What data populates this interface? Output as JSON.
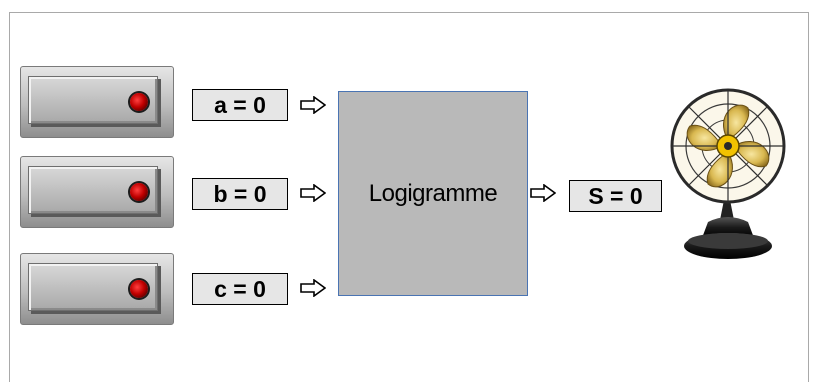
{
  "inputs": [
    {
      "switch_name": "switch-a",
      "label": "a = 0"
    },
    {
      "switch_name": "switch-b",
      "label": "b = 0"
    },
    {
      "switch_name": "switch-c",
      "label": "c = 0"
    }
  ],
  "logic_block": {
    "label": "Logigramme"
  },
  "output": {
    "label": "S = 0"
  },
  "icons": {
    "arrow": "right-arrow-icon",
    "lamp": "red-indicator-lamp-icon",
    "fan": "desk-fan-icon"
  },
  "colors": {
    "lamp": "#c00000",
    "logic_fill": "#b9b9b9",
    "logic_border": "#4a74b3",
    "label_bg": "#e6e6e6"
  }
}
